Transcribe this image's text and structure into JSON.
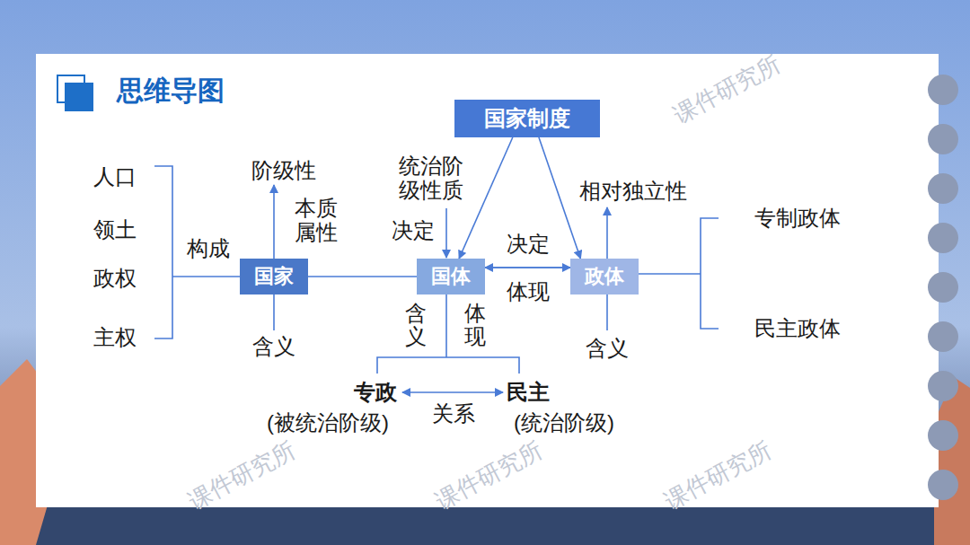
{
  "diagram": {
    "title": "思维导图",
    "nodes": [
      {
        "text": [
          "国家制度"
        ]
      },
      {
        "text": [
          "国家"
        ]
      },
      {
        "text": [
          "国体"
        ]
      },
      {
        "text": [
          "政体"
        ]
      }
    ],
    "edges": [
      {
        "from": 1,
        "to": 2,
        "arrow": "none"
      },
      {
        "from": 0,
        "to": 2,
        "arrow": "to"
      },
      {
        "from": 0,
        "to": 3,
        "arrow": "to"
      },
      {
        "from": 2,
        "to": 3,
        "label": "决定",
        "arrow": "to"
      },
      {
        "from": 3,
        "to": 2,
        "label": "体现",
        "arrow": "to"
      }
    ],
    "labels": [
      "人口",
      "领土",
      "政权",
      "主权",
      "构成",
      "阶级性",
      "本质 属性",
      "含义",
      "统治阶 级性质",
      "决定",
      "相对独立性",
      "专制政体",
      "民主政体",
      "含义",
      "含义",
      "体现",
      "专政",
      "(被统治阶级)",
      "关系",
      "民主",
      "(统治阶级)",
      "课件研究所",
      "课件研究所",
      "课件研究所",
      "课件研究所"
    ]
  }
}
